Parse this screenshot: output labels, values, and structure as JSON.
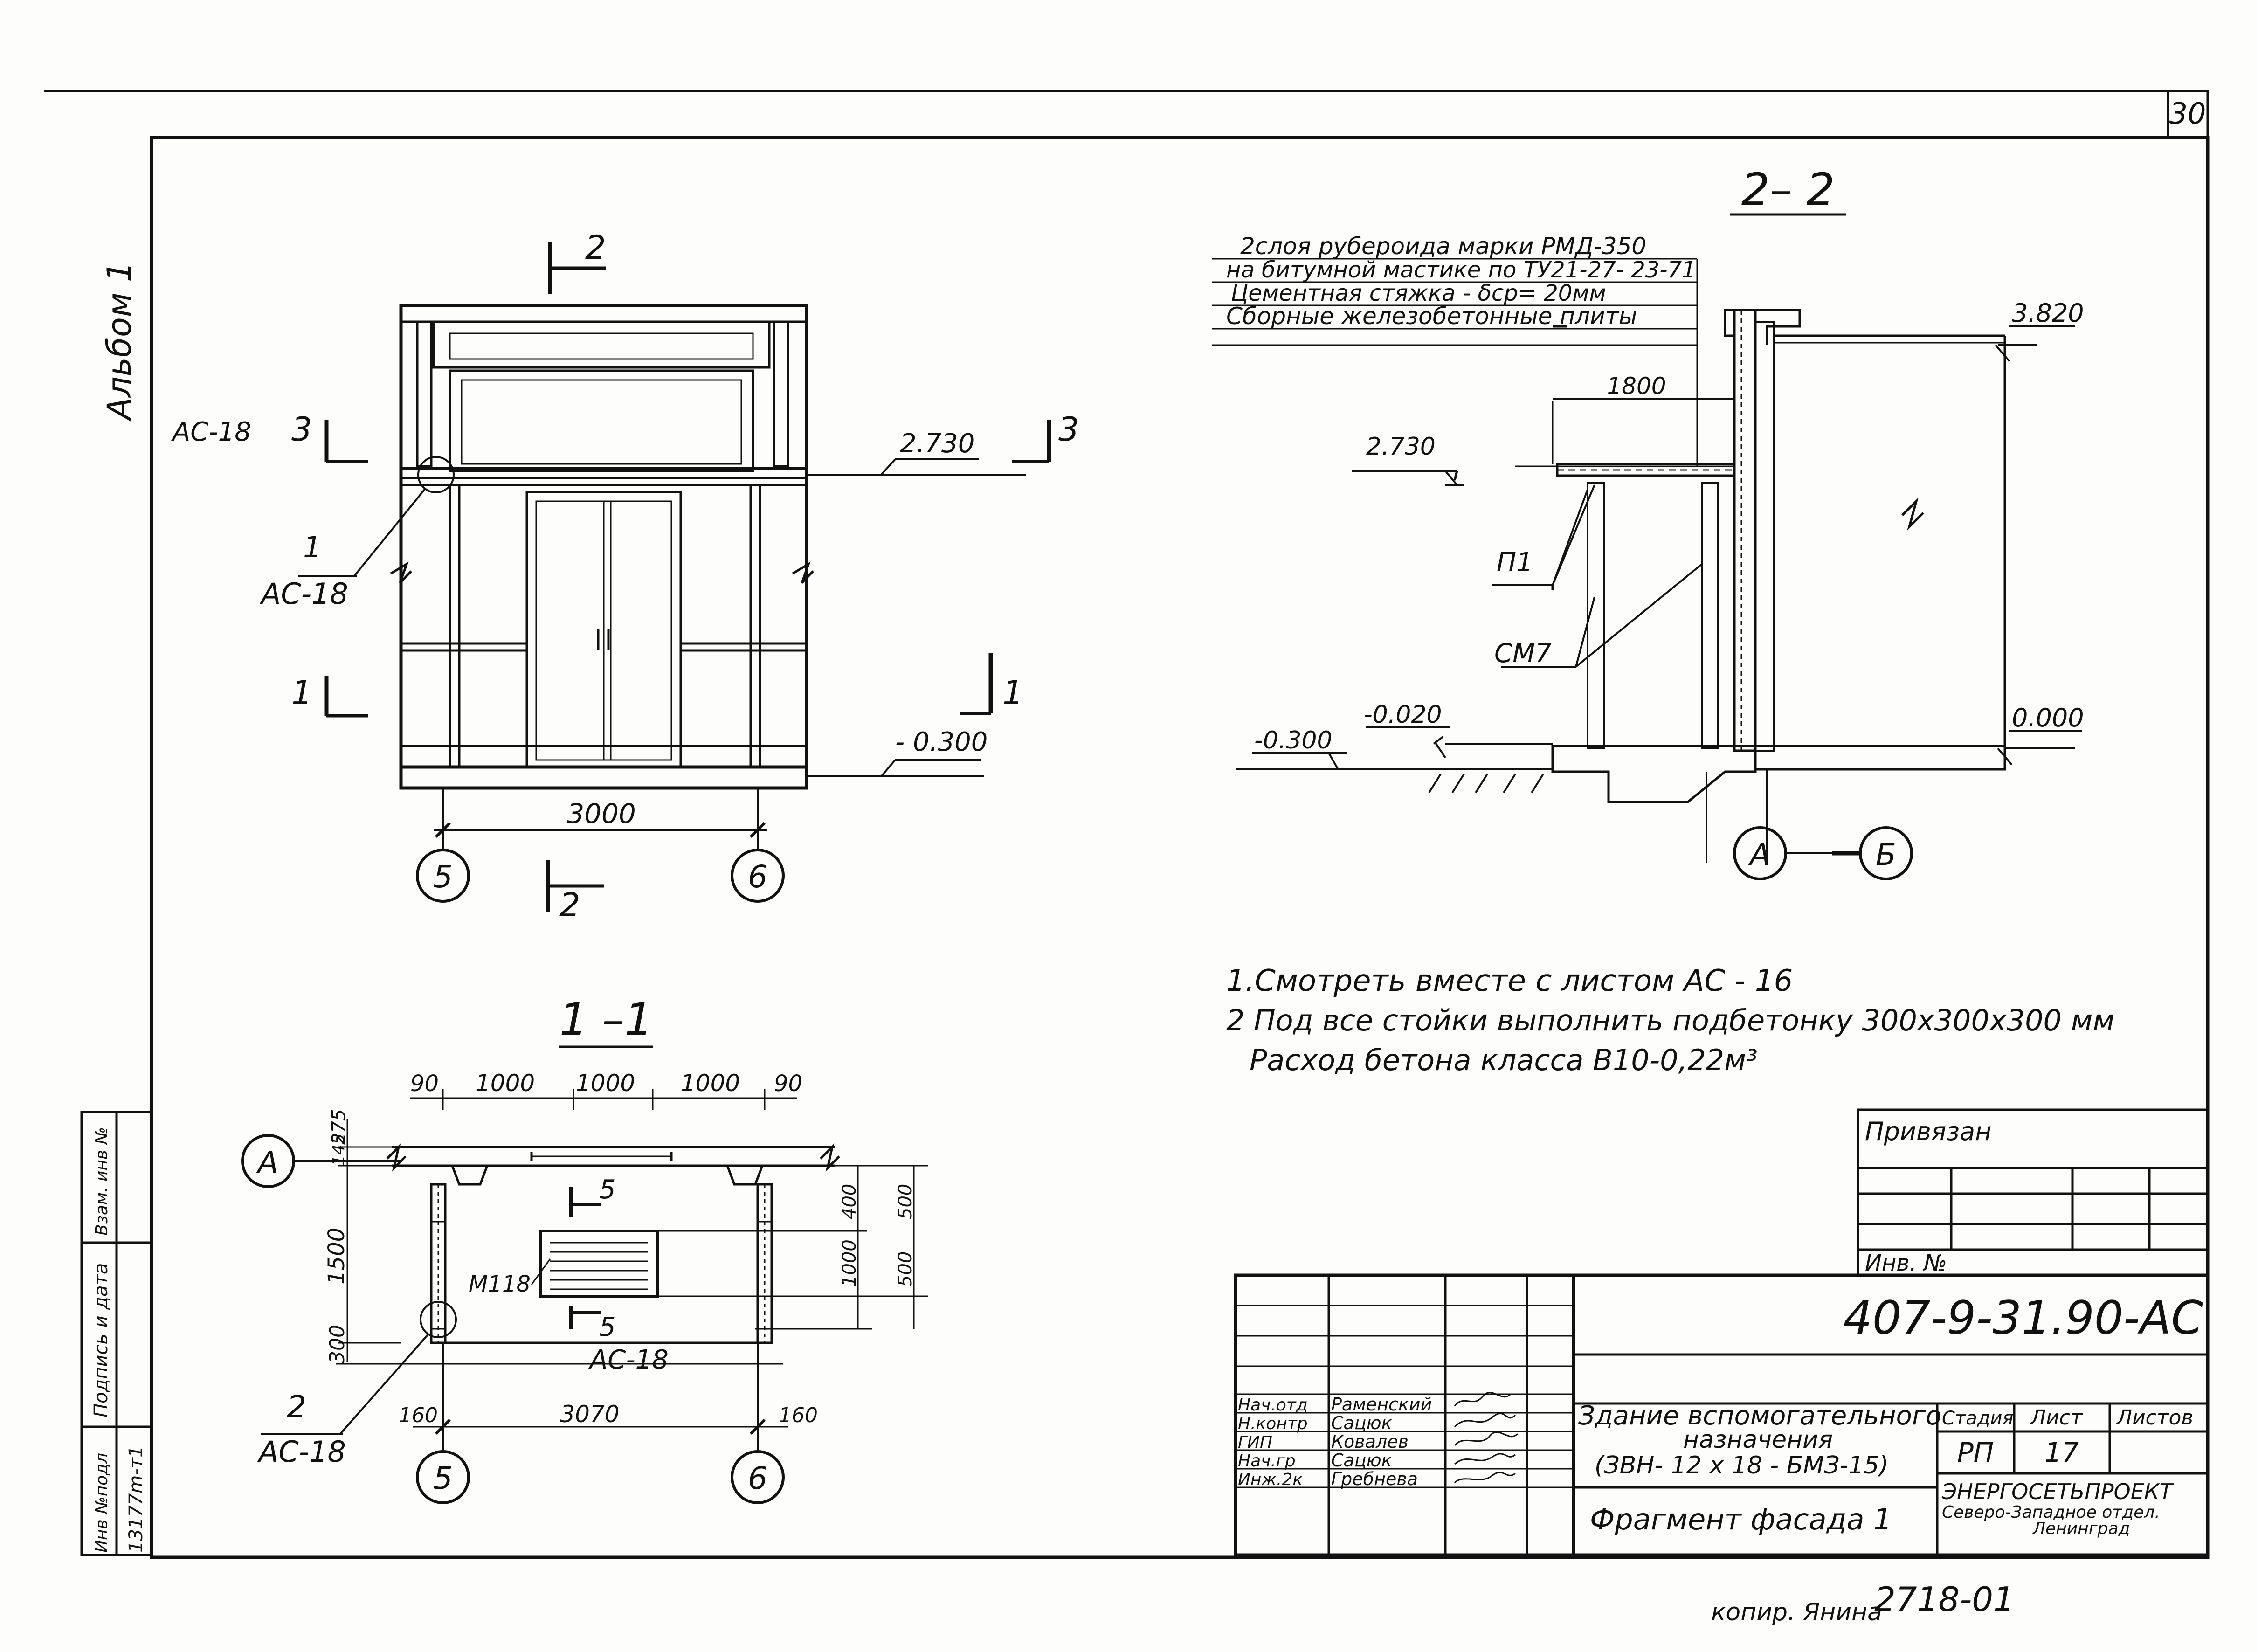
{
  "page_number": "30",
  "album": "Альбом 1",
  "elevation": {
    "sheet_ref": "АС-18",
    "cut_2": "2",
    "cut_3": "3",
    "cut_1": "1",
    "node_1_num": "1",
    "node_1_ref": "АС-18",
    "level_top": "2.730",
    "level_bottom": "- 0.300",
    "width_dim": "3000",
    "axis_left": "5",
    "axis_right": "6"
  },
  "section22": {
    "title": "2– 2",
    "layer_1": "2слоя рубероида марки РМД-350",
    "layer_2": "на битумной мастике по ТУ21-27- 23-71",
    "layer_3": "Цементная стяжка - δср= 20мм",
    "layer_4": "Сборные железобетонные плиты",
    "level_top": "3.820",
    "level_mid": "2.730",
    "canopy_dim": "1800",
    "mark_p1": "П1",
    "mark_cm7": "СМ7",
    "level_m020": "-0.020",
    "level_m300": "-0.300",
    "level_zero": "0.000",
    "axis_a": "А",
    "axis_b": "Б"
  },
  "notes": {
    "n1": "1.Смотреть вместе с листом АС - 16",
    "n2": "2 Под все стойки выполнить подбетонку 300x300x300 мм",
    "n3": "Расход бетона класса В10-0,22м³"
  },
  "section11": {
    "title": "1 –1",
    "dim_90a": "90",
    "dim_1000a": "1000",
    "dim_1000b": "1000",
    "dim_1000c": "1000",
    "dim_90b": "90",
    "dim_275": "275",
    "dim_145": "145",
    "dim_1500": "1500",
    "dim_300": "300",
    "dim_400": "400",
    "dim_500a": "500",
    "dim_500b": "500",
    "dim_1000v": "1000",
    "cut_5": "5",
    "mark_m118": "М118",
    "sheet_ref": "АС-18",
    "node_2_num": "2",
    "node_2_ref": "АС-18",
    "dim_160a": "160",
    "dim_3070": "3070",
    "dim_160b": "160",
    "axis_a": "А",
    "axis_left": "5",
    "axis_right": "6"
  },
  "side_stamp": {
    "c1": "Инв №подл",
    "c2": "Подпись и дата",
    "c3": "Взам. инв №",
    "code": "13177m-т1"
  },
  "title_block": {
    "privyazan": "Привязан",
    "inv_no": "Инв. №",
    "doc_code": "407-9-31.90-АС",
    "roles": [
      "Нач.отд",
      "Н.контр",
      "ГИП",
      "Нач.гр",
      "Инж.2к"
    ],
    "names": [
      "Раменский",
      "Сацюк",
      "Ковалев",
      "Сацюк",
      "Гребнева"
    ],
    "title_1": "Здание вспомогательного",
    "title_2": "назначения",
    "title_3": "(ЗВН- 12 x 18 - БМЗ-15)",
    "title_4": "Фрагмент фасада 1",
    "stage_label": "Стадия",
    "sheet_label": "Лист",
    "sheets_label": "Листов",
    "stage_val": "РП",
    "sheet_val": "17",
    "org_1": "ЭНЕРГОСЕТЬПРОЕКТ",
    "org_2": "Северо-Западное отдел.",
    "org_3": "Ленинград"
  },
  "copy_mark": "копир. Янина",
  "copy_no": "2718-01"
}
